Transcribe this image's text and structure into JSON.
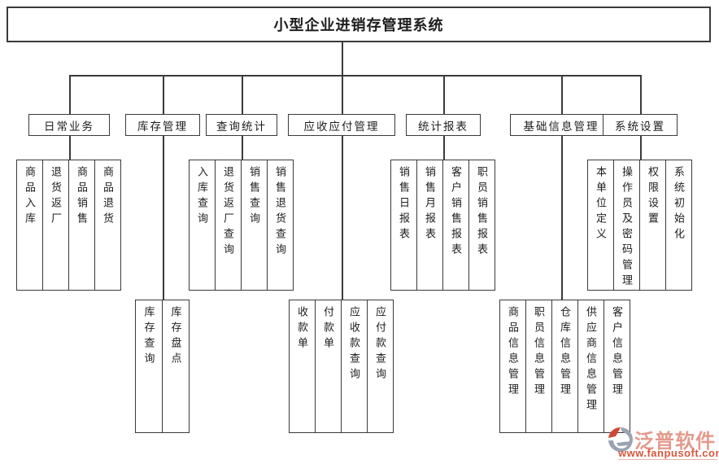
{
  "title": "小型企业进销存管理系统",
  "tree": {
    "groups": [
      {
        "label": "日常业务",
        "children": [
          "商品入库",
          "退货返厂",
          "商品销售",
          "商品退货"
        ]
      },
      {
        "label": "库存管理",
        "children": [
          "库存查询",
          "库存盘点"
        ]
      },
      {
        "label": "查询统计",
        "children": [
          "入库查询",
          "退货返厂查询",
          "销售查询",
          "销售退货查询"
        ]
      },
      {
        "label": "应收应付管理",
        "children": [
          "收款单",
          "付款单",
          "应收款查询",
          "应付款查询"
        ]
      },
      {
        "label": "统计报表",
        "children": [
          "销售日报表",
          "销售月报表",
          "客户销售报表",
          "职员销售报表"
        ]
      },
      {
        "label": "基础信息管理",
        "children": [
          "商品信息管理",
          "职员信息管理",
          "仓库信息管理",
          "供应商信息管理",
          "客户信息管理"
        ]
      },
      {
        "label": "系统设置",
        "children": [
          "本单位定义",
          "操作员及密码管理",
          "权限设置",
          "系统初始化"
        ]
      }
    ]
  },
  "watermark": {
    "brand": "泛普软件",
    "url": "www.fanpusoft.com",
    "logo_icon": "fanpu-swoosh-icon",
    "brand_color": "#e39a8c",
    "url_color": "#d8573f"
  },
  "colors": {
    "line": "#3a3a3a",
    "background": "#ffffff"
  }
}
